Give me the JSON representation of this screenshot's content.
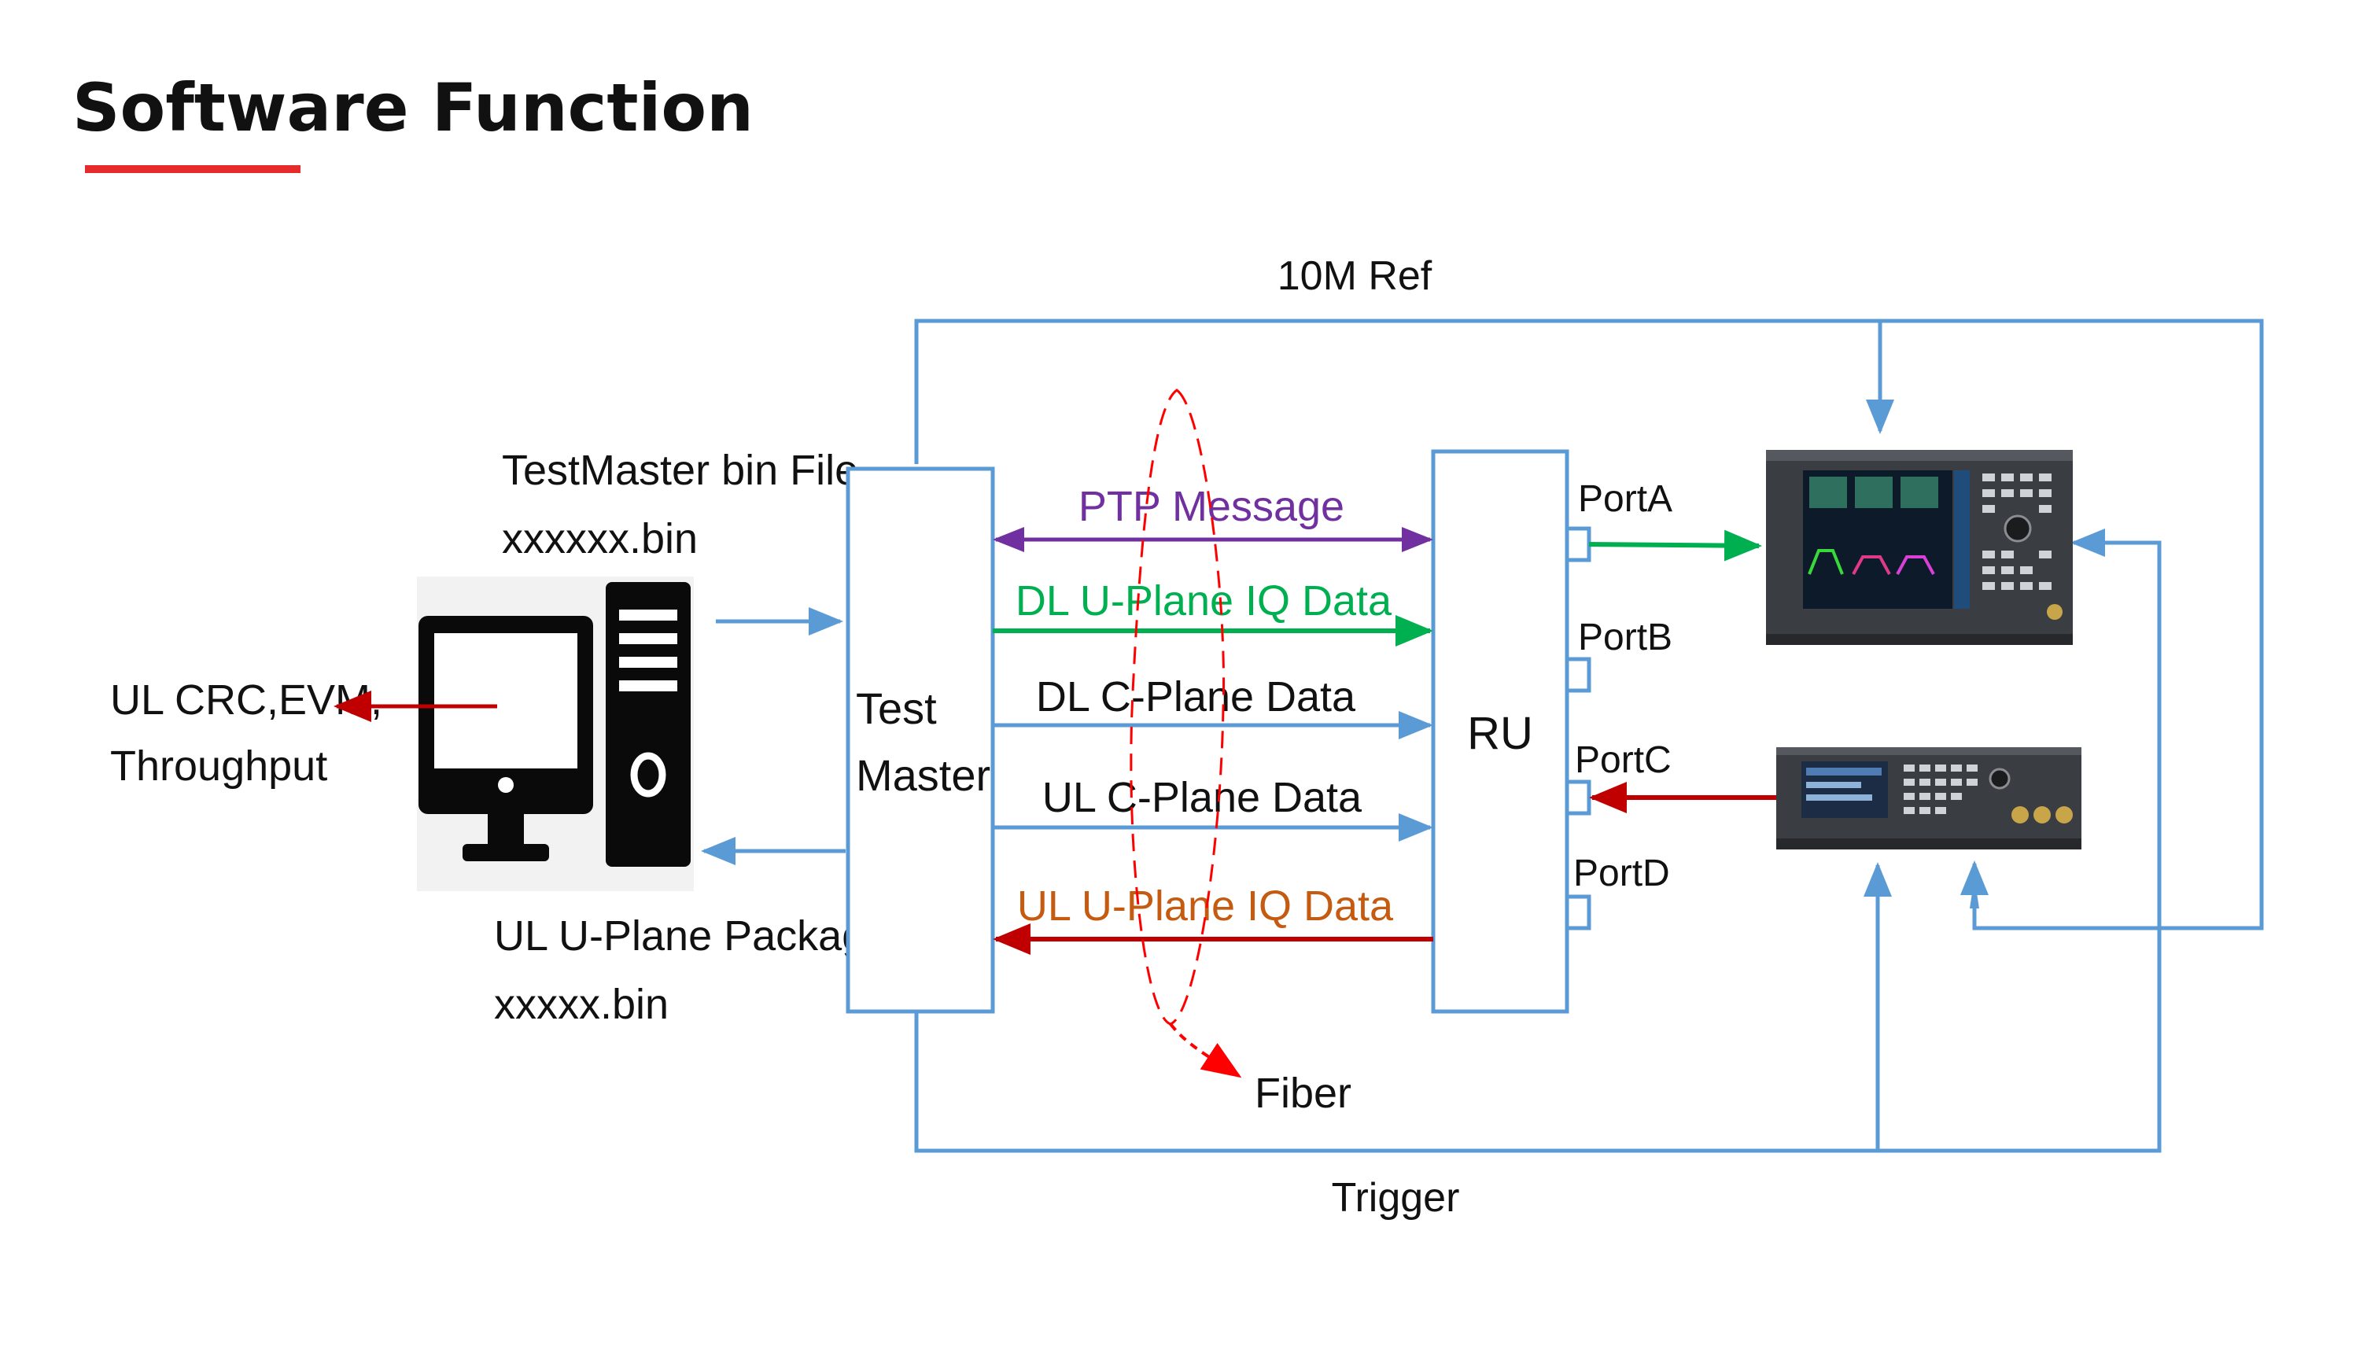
{
  "slide": {
    "title": "Software Function",
    "accent_color": "#e52b2b"
  },
  "diagram": {
    "ref_label": "10M Ref",
    "trigger_label": "Trigger",
    "fiber_label": "Fiber",
    "computer": {
      "icon": "desktop-computer-icon",
      "input_file_line1": "TestMaster bin File",
      "input_file_line2": "xxxxxx.bin",
      "output_file_line1": "UL U-Plane Package",
      "output_file_line2": "xxxxx.bin",
      "results_line1": "UL CRC,EVM,",
      "results_line2": "Throughput"
    },
    "test_master": {
      "line1": "Test",
      "line2": "Master"
    },
    "ru": {
      "label": "RU"
    },
    "ports": [
      "PortA",
      "PortB",
      "PortC",
      "PortD"
    ],
    "links": [
      {
        "label": "PTP Message",
        "color": "#7030a0"
      },
      {
        "label": "DL U-Plane IQ Data",
        "color": "#00b050"
      },
      {
        "label": "DL C-Plane Data",
        "color": "#000000"
      },
      {
        "label": "UL C-Plane Data",
        "color": "#000000"
      },
      {
        "label": "UL U-Plane IQ Data",
        "color": "#c55a11"
      }
    ],
    "colors": {
      "blue_line": "#5b9bd5",
      "red_arrow": "#c00000",
      "green_arrow": "#00b050",
      "purple_arrow": "#7030a0",
      "fiber_dash": "#ff0000"
    },
    "instruments": [
      {
        "icon": "signal-analyzer-icon"
      },
      {
        "icon": "signal-generator-icon"
      }
    ]
  }
}
